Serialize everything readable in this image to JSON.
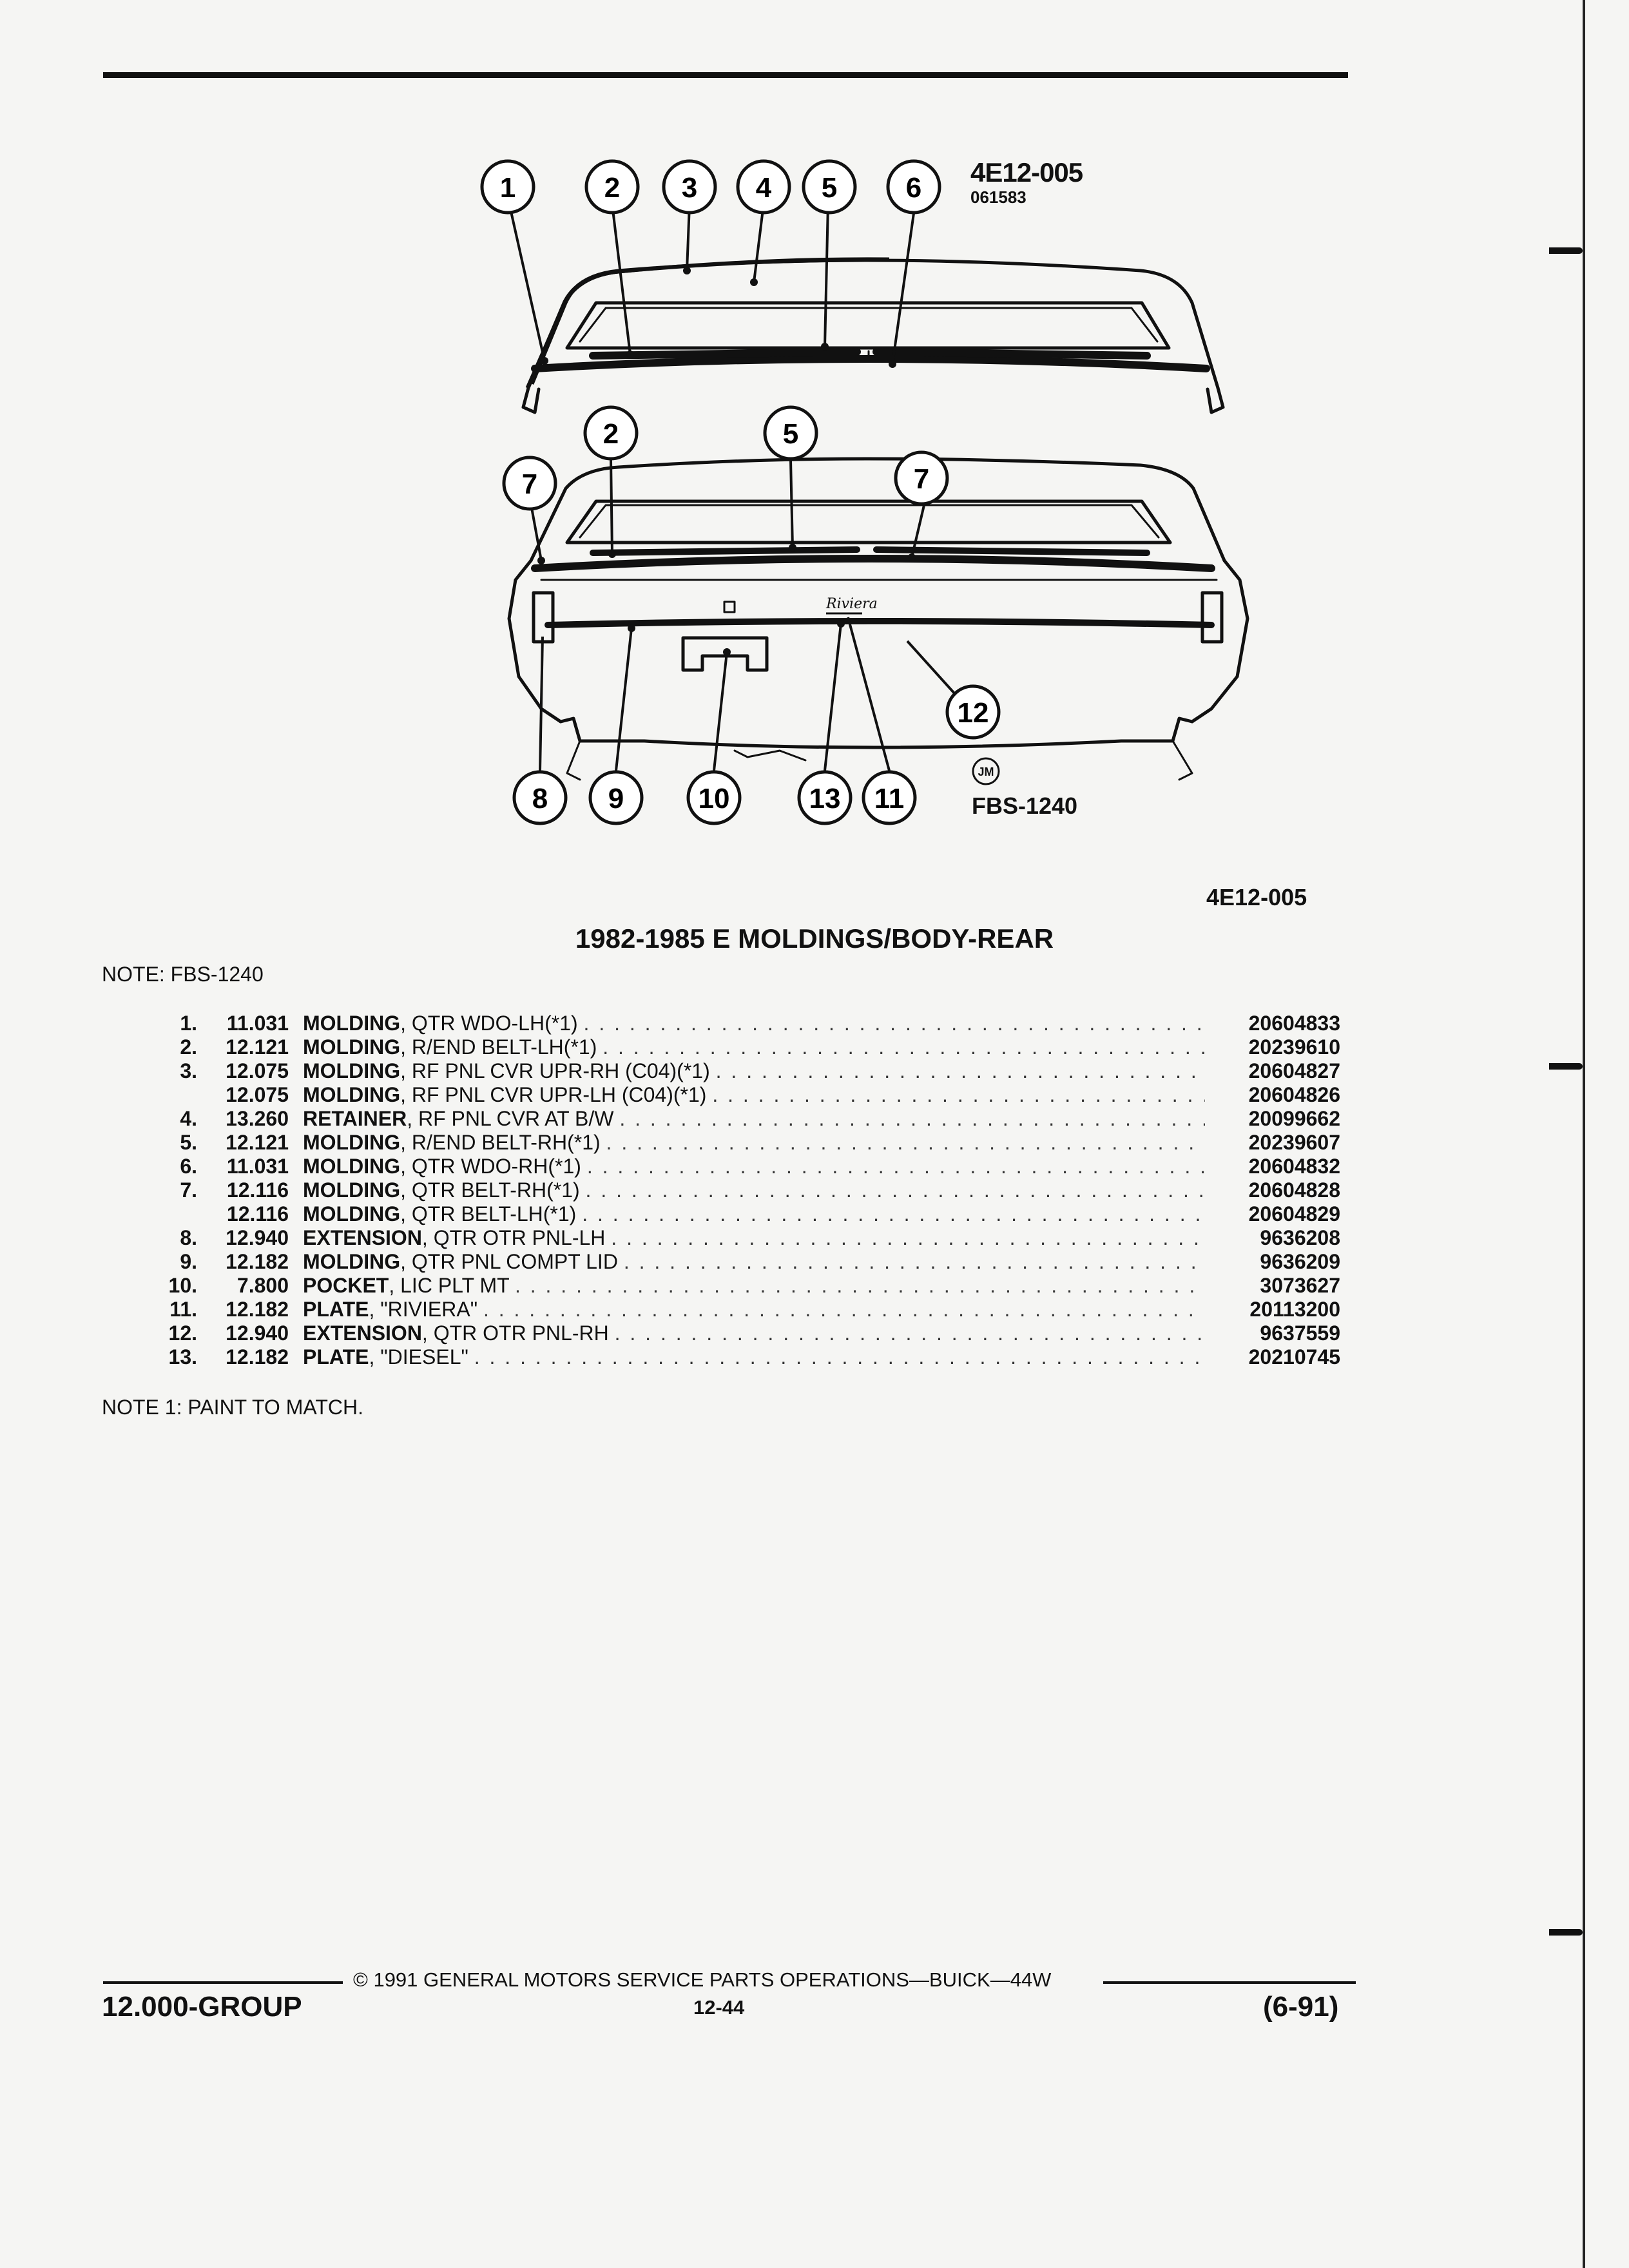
{
  "figure": {
    "id": "4E12-005",
    "date_code": "061583",
    "illustration_code": "FBS-1240",
    "logo_text": "JM",
    "script_label": "Riviera",
    "callouts": [
      "1",
      "2",
      "3",
      "4",
      "5",
      "6",
      "2",
      "5",
      "7",
      "7",
      "12",
      "8",
      "9",
      "10",
      "13",
      "11"
    ]
  },
  "section": {
    "id": "4E12-005",
    "title": "1982-1985 E MOLDINGS/BODY-REAR",
    "note": "NOTE:  FBS-1240"
  },
  "parts": [
    {
      "num": "1.",
      "code": "11.031",
      "noun": "MOLDING",
      "desc": ", QTR WDO-LH(*1)",
      "pn": "20604833"
    },
    {
      "num": "2.",
      "code": "12.121",
      "noun": "MOLDING",
      "desc": ", R/END BELT-LH(*1)",
      "pn": "20239610"
    },
    {
      "num": "3.",
      "code": "12.075",
      "noun": "MOLDING",
      "desc": ", RF PNL CVR UPR-RH (C04)(*1)",
      "pn": "20604827"
    },
    {
      "num": "",
      "code": "12.075",
      "noun": "MOLDING",
      "desc": ", RF PNL CVR UPR-LH (C04)(*1)",
      "pn": "20604826"
    },
    {
      "num": "4.",
      "code": "13.260",
      "noun": "RETAINER",
      "desc": ", RF PNL CVR AT B/W",
      "pn": "20099662"
    },
    {
      "num": "5.",
      "code": "12.121",
      "noun": "MOLDING",
      "desc": ", R/END BELT-RH(*1)",
      "pn": "20239607"
    },
    {
      "num": "6.",
      "code": "11.031",
      "noun": "MOLDING",
      "desc": ", QTR WDO-RH(*1)",
      "pn": "20604832"
    },
    {
      "num": "7.",
      "code": "12.116",
      "noun": "MOLDING",
      "desc": ", QTR BELT-RH(*1)",
      "pn": "20604828"
    },
    {
      "num": "",
      "code": "12.116",
      "noun": "MOLDING",
      "desc": ", QTR BELT-LH(*1)",
      "pn": "20604829"
    },
    {
      "num": "8.",
      "code": "12.940",
      "noun": "EXTENSION",
      "desc": ", QTR OTR PNL-LH",
      "pn": "9636208"
    },
    {
      "num": "9.",
      "code": "12.182",
      "noun": "MOLDING",
      "desc": ", QTR PNL COMPT LID",
      "pn": "9636209"
    },
    {
      "num": "10.",
      "code": "7.800",
      "noun": "POCKET",
      "desc": ", LIC PLT MT",
      "pn": "3073627"
    },
    {
      "num": "11.",
      "code": "12.182",
      "noun": "PLATE",
      "desc": ", \"RIVIERA\"",
      "pn": "20113200"
    },
    {
      "num": "12.",
      "code": "12.940",
      "noun": "EXTENSION",
      "desc": ", QTR OTR PNL-RH",
      "pn": "9637559"
    },
    {
      "num": "13.",
      "code": "12.182",
      "noun": "PLATE",
      "desc": ", \"DIESEL\"",
      "pn": "20210745"
    }
  ],
  "dot_leader": ". . . . . . . . . . . . . . . . . . . . . . . . . . . . . . . . . . . . . . . . . . . . . . . . . . . . . . . . . . . . . . . . . . . . . . . . . . . . . . . . . . . . . .",
  "note1": "NOTE  1:  PAINT TO MATCH.",
  "footer": {
    "copyright": "©  1991  GENERAL MOTORS SERVICE PARTS OPERATIONS—BUICK—44W",
    "group": "12.000-GROUP",
    "page": "12-44",
    "date": "(6-91)"
  }
}
